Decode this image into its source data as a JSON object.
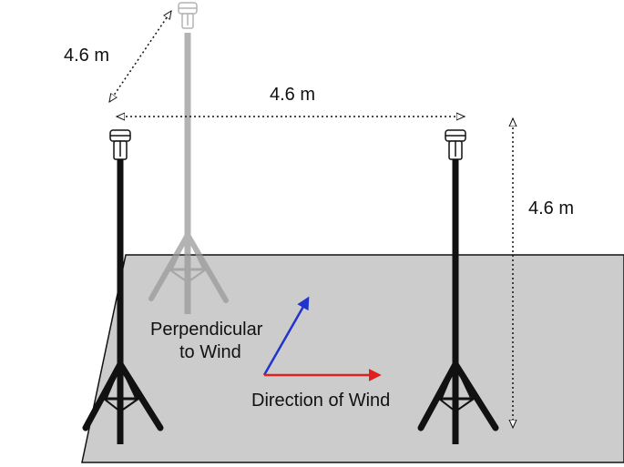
{
  "labels": {
    "dist_diag": "4.6 m",
    "dist_top": "4.6 m",
    "dist_vert": "4.6 m",
    "perp_line1": "Perpendicular",
    "perp_line2": "to Wind",
    "wind_dir": "Direction of Wind"
  },
  "colors": {
    "ground_fill": "#cccccc",
    "ground_stroke": "#111111",
    "tower": "#111111",
    "tower_faded": "#a8a8a8",
    "perpendicular_arrow": "#2233cc",
    "wind_arrow": "#e02020",
    "dimension_line": "#111111"
  },
  "icons": [
    "tripod-tower",
    "anemometer-sensor",
    "dimension-arrow"
  ]
}
